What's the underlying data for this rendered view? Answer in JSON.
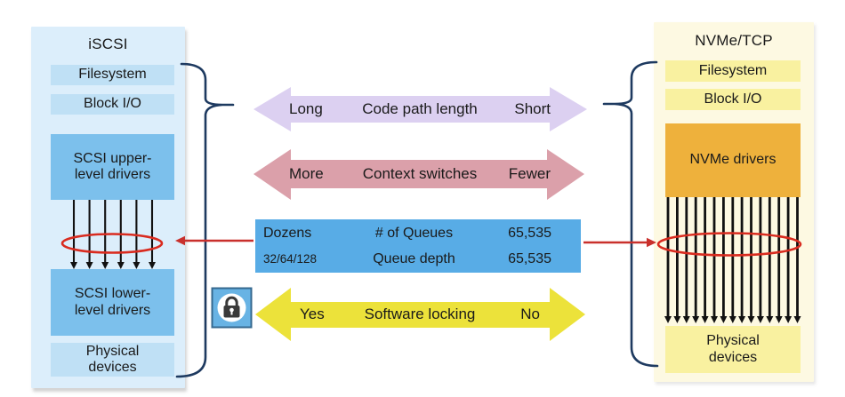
{
  "left_stack": {
    "title": "iSCSI",
    "filesystem": "Filesystem",
    "block_io": "Block I/O",
    "upper_drivers": "SCSI upper-level drivers",
    "lower_drivers": "SCSI lower-level drivers",
    "physical": "Physical devices",
    "queue_line_count": 6
  },
  "right_stack": {
    "title": "NVMe/TCP",
    "filesystem": "Filesystem",
    "block_io": "Block I/O",
    "drivers": "NVMe drivers",
    "physical": "Physical devices",
    "queue_line_count": 15
  },
  "comparisons": {
    "code_path": {
      "left": "Long",
      "label": "Code path length",
      "right": "Short"
    },
    "context_switches": {
      "left": "More",
      "label": "Context switches",
      "right": "Fewer"
    },
    "queues": {
      "rows": [
        {
          "left": "Dozens",
          "label": "# of Queues",
          "right": "65,535"
        },
        {
          "left": "32/64/128",
          "label": "Queue depth",
          "right": "65,535"
        }
      ]
    },
    "software_locking": {
      "left": "Yes",
      "label": "Software locking",
      "right": "No"
    }
  },
  "icons": {
    "lock": "lock-icon"
  },
  "colors": {
    "left_panel": "#dceefb",
    "left_box_light": "#bfe0f5",
    "left_box_mid": "#7cc0ec",
    "right_panel": "#fdf9e2",
    "right_box_light": "#f9f1a0",
    "nvme_orange": "#eeb13c",
    "arrow_purple": "#dcd0f1",
    "arrow_pink": "#dba0aa",
    "queues_blue": "#58ace6",
    "arrow_yellow": "#ece23a",
    "highlight_red": "#d92b1f",
    "brace_navy": "#1e3a60"
  }
}
